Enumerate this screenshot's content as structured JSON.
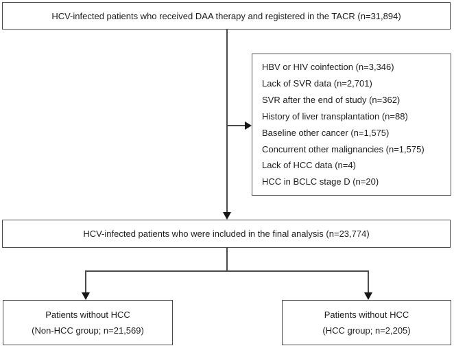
{
  "diagram": {
    "top_box": {
      "text": "HCV-infected patients who received DAA therapy and registered in the TACR (n=31,894)"
    },
    "exclusion_box": {
      "items": [
        "HBV or HIV coinfection (n=3,346)",
        "Lack of SVR data (n=2,701)",
        "SVR after the end of study (n=362)",
        "History of liver transplantation (n=88)",
        "Baseline other cancer (n=1,575)",
        "Concurrent other malignancies (n=1,575)",
        "Lack of HCC data (n=4)",
        "HCC in BCLC stage D (n=20)"
      ]
    },
    "final_box": {
      "text": "HCV-infected patients who were included in the final analysis (n=23,774)"
    },
    "left_box": {
      "line1": "Patients without HCC",
      "line2": "(Non-HCC group; n=21,569)"
    },
    "right_box": {
      "line1": "Patients without HCC",
      "line2": "(HCC group; n=2,205)"
    },
    "colors": {
      "border": "#4a4a4a",
      "text": "#1c1c1c",
      "arrow": "#161616",
      "background": "#ffffff"
    }
  }
}
